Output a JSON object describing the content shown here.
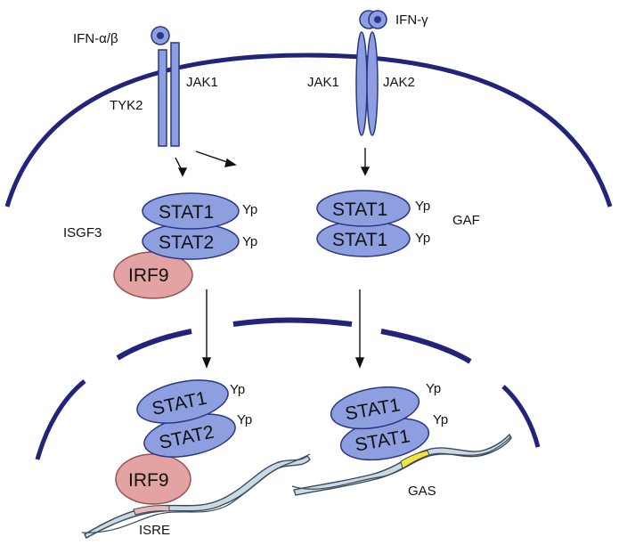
{
  "colors": {
    "membrane": "#22237a",
    "stat_fill": "#8e9fe0",
    "stat_stroke": "#2c3588",
    "irf_fill": "#e3a3a3",
    "irf_stroke": "#9a4f4f",
    "dna_fill": "#c9d9e6",
    "dna_stroke": "#3a4a5a",
    "gas_highlight": "#f3e33a",
    "isre_highlight": "#e8b7b7",
    "receptor_fill": "#8e9fe0",
    "ligand_fill": "#8e9fe0"
  },
  "labels": {
    "ifn_ab": "IFN-α/β",
    "ifn_g": "IFN-γ",
    "tyk2": "TYK2",
    "jak1_left": "JAK1",
    "jak1_right": "JAK1",
    "jak2": "JAK2",
    "isgf3": "ISGF3",
    "gaf": "GAF",
    "isre": "ISRE",
    "gas": "GAS"
  },
  "proteins": {
    "stat1": "STAT1",
    "stat2": "STAT2",
    "irf9": "IRF9",
    "phospho": "Yp"
  }
}
